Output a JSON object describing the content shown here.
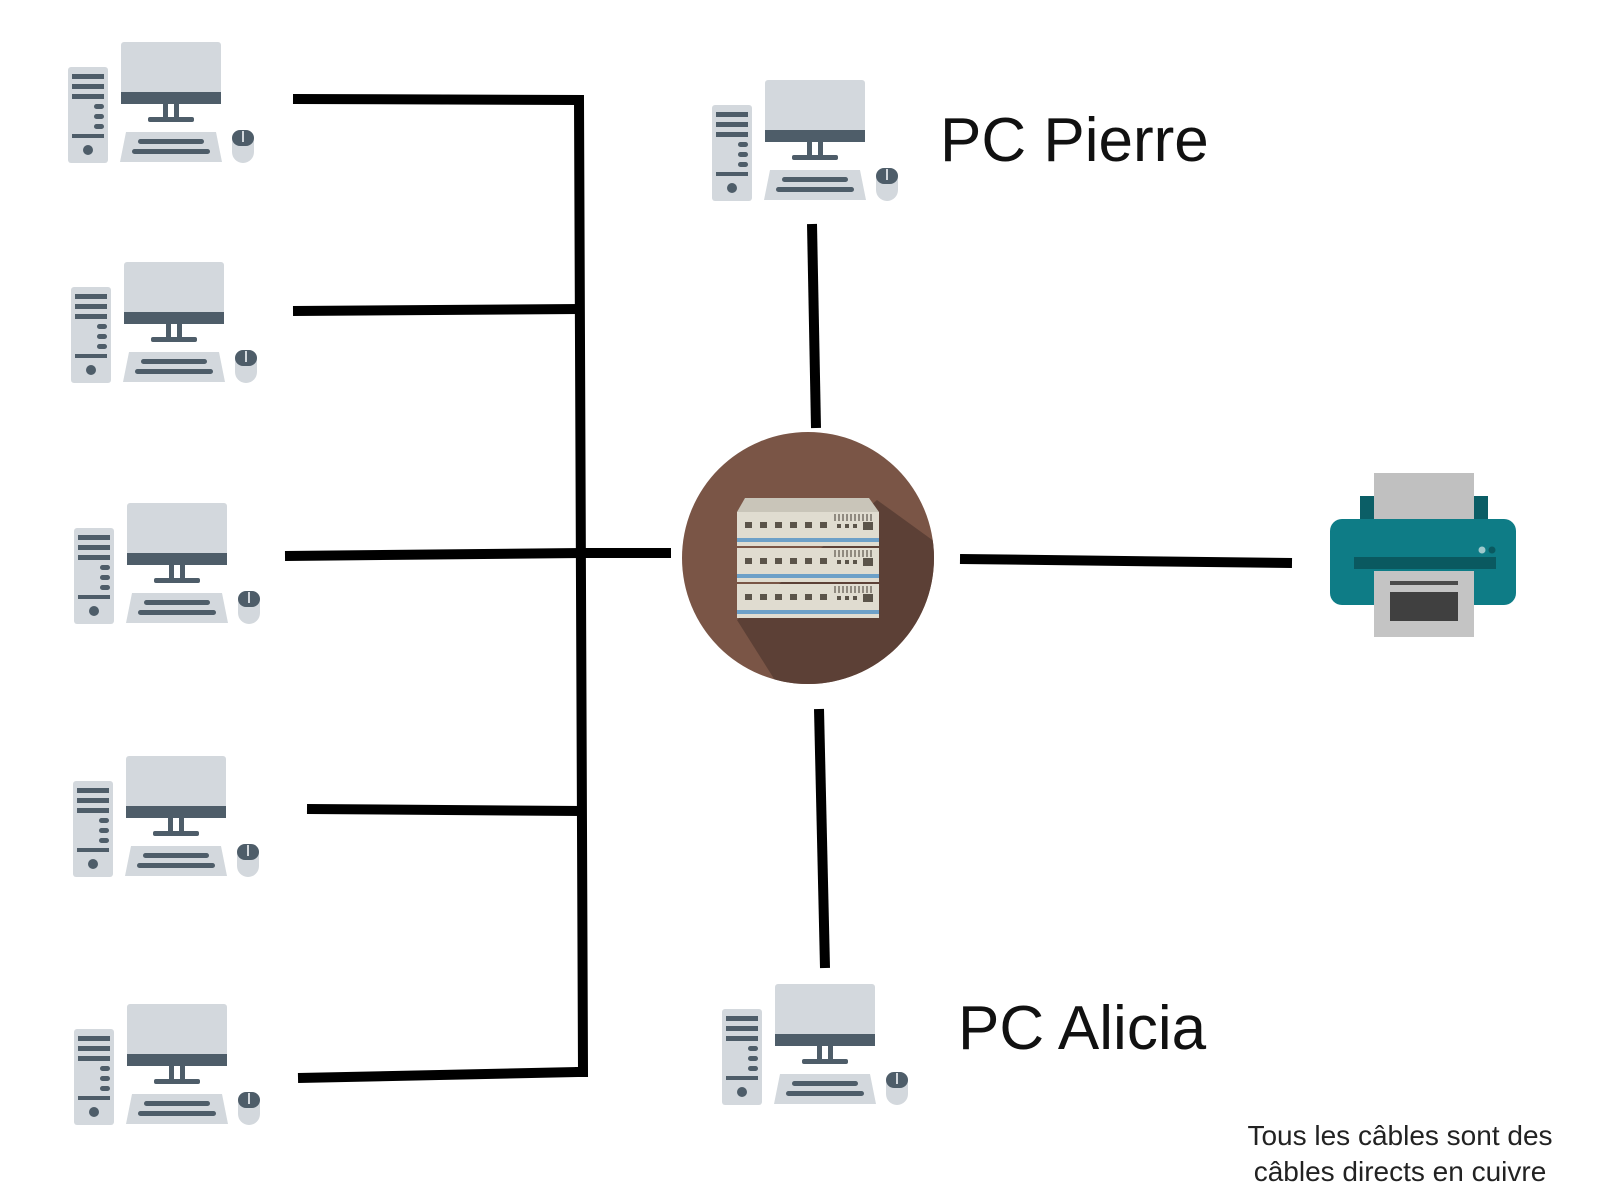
{
  "labels": {
    "pc_pierre": "PC Pierre",
    "pc_alicia": "PC Alicia"
  },
  "footnote": {
    "line1": "Tous les câbles sont des",
    "line2": "câbles directs en cuivre"
  },
  "nodes": {
    "switch": {
      "icon": "network-switch-icon",
      "background": "#7a5546"
    },
    "printer": {
      "icon": "printer-icon",
      "body_color": "#0e7c86"
    },
    "computers": {
      "icon": "desktop-computer-icon",
      "color": "#d3d8dd",
      "accent": "#4e5d69"
    }
  },
  "colors": {
    "cable": "#000000"
  }
}
